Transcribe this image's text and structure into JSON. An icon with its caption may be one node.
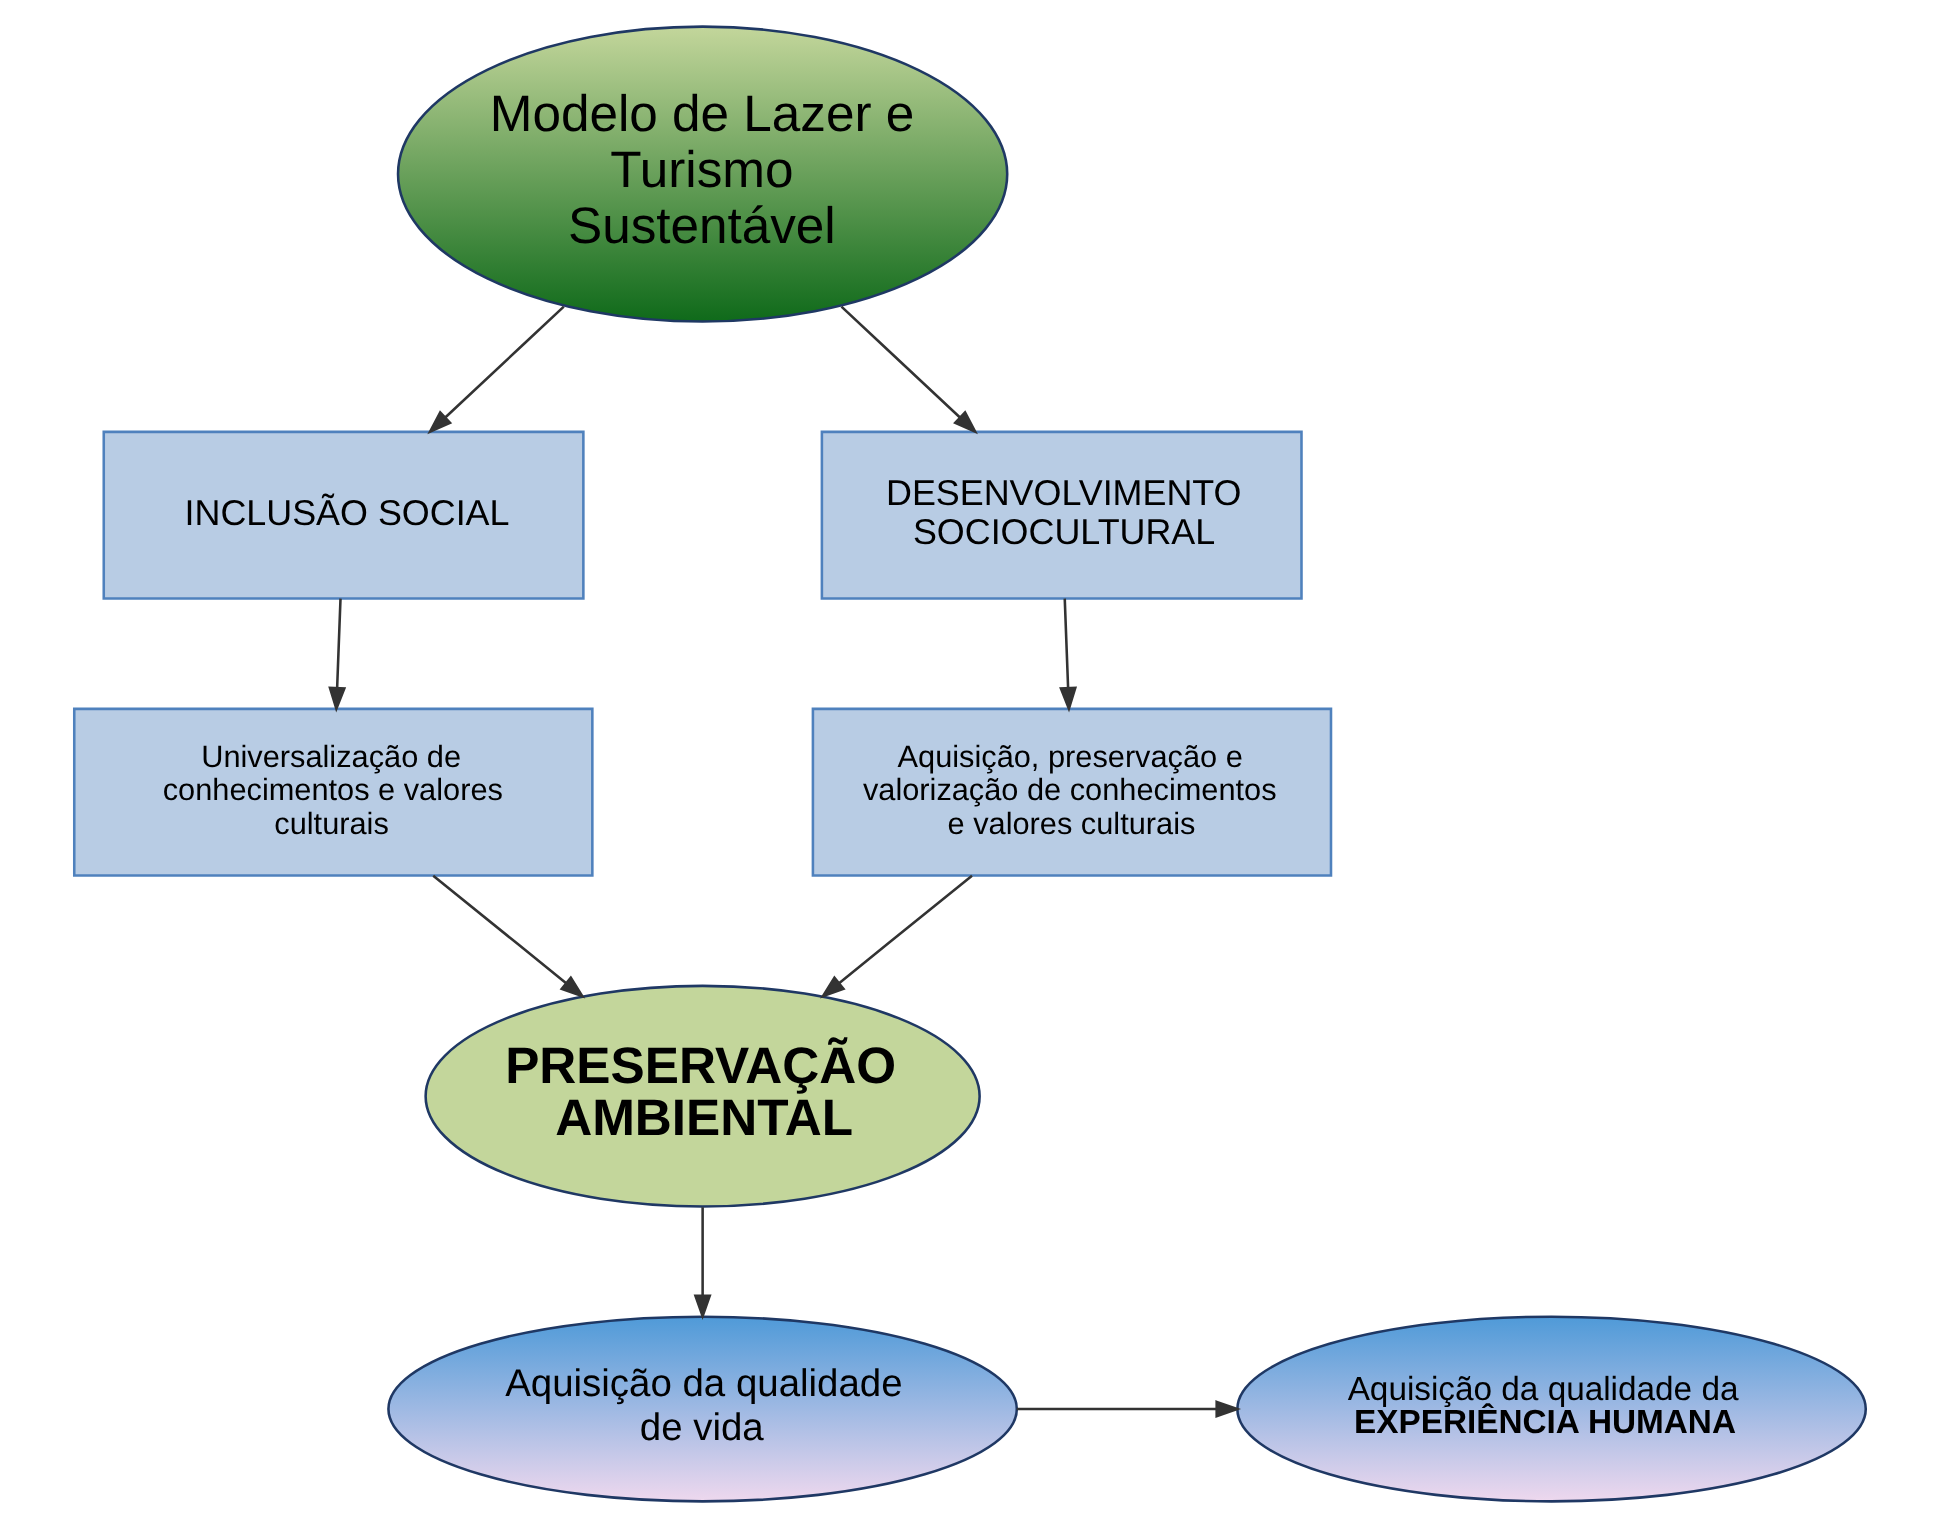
{
  "diagram": {
    "nodes": [
      {
        "text": [
          "Modelo de Lazer e Turismo Sustentável"
        ]
      },
      {
        "text": [
          "INCLUSÃO SOCIAL"
        ]
      },
      {
        "text": [
          "DESENVOLVIMENTO SOCIOCULTURAL"
        ]
      },
      {
        "text": [
          "Universalização de conhecimentos e valores culturais"
        ]
      },
      {
        "text": [
          "Aquisição, preservação e valorização de conhecimentos e valores culturais"
        ]
      },
      {
        "text": [
          "PRESERVAÇÃO AMBIENTAL"
        ]
      },
      {
        "text": [
          "Aquisição da qualidade de vida"
        ]
      },
      {
        "text": [
          "Aquisição da qualidade da **EXPERIÊNCIA HUMANA**"
        ]
      }
    ],
    "edges": [
      {
        "from": 0,
        "to": 1,
        "arrow": "to"
      },
      {
        "from": 0,
        "to": 2,
        "arrow": "to"
      },
      {
        "from": 1,
        "to": 3,
        "arrow": "to"
      },
      {
        "from": 2,
        "to": 4,
        "arrow": "to"
      },
      {
        "from": 3,
        "to": 5,
        "arrow": "to"
      },
      {
        "from": 4,
        "to": 5,
        "arrow": "to"
      },
      {
        "from": 5,
        "to": 6,
        "arrow": "to"
      },
      {
        "from": 6,
        "to": 7,
        "arrow": "to"
      }
    ]
  }
}
